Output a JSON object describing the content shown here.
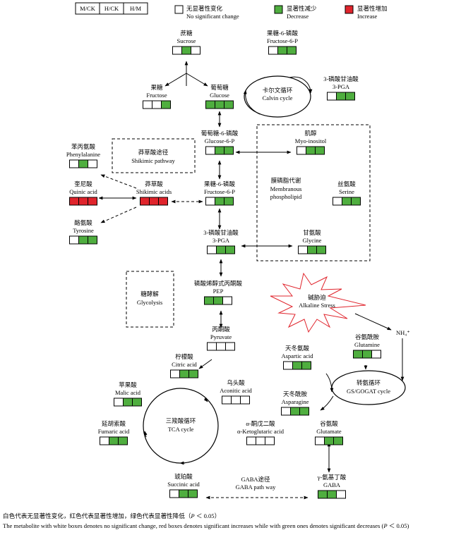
{
  "colors": {
    "decrease": "#4fae3f",
    "increase": "#e0242c",
    "no_change": "#ffffff",
    "stroke": "#000000",
    "stress_outline": "#e0242c"
  },
  "legend": {
    "comparisons": [
      "M/CK",
      "H/CK",
      "H/M"
    ],
    "no_change_cn": "无显著性变化",
    "no_change_en": "No significant change",
    "decrease_cn": "显著性减少",
    "decrease_en": "Decrease",
    "increase_cn": "显著性增加",
    "increase_en": "Increase"
  },
  "metabolites": {
    "sucrose": {
      "cn": "蔗糖",
      "en": "Sucrose",
      "states": [
        "w",
        "g",
        "w"
      ]
    },
    "f6p_top": {
      "cn": "果糖-6-磷酸",
      "en": "Fructose-6-P",
      "states": [
        "w",
        "g",
        "g"
      ]
    },
    "fructose": {
      "cn": "果糖",
      "en": "Fructose",
      "states": [
        "w",
        "w",
        "g"
      ]
    },
    "glucose": {
      "cn": "葡萄糖",
      "en": "Glucose",
      "states": [
        "g",
        "g",
        "g"
      ]
    },
    "pga_top": {
      "cn": "3-磷酸甘油酸",
      "en": "3-PGA",
      "states": [
        "w",
        "g",
        "g"
      ]
    },
    "g6p": {
      "cn": "葡萄糖-6-磷酸",
      "en": "Glucose-6-P",
      "states": [
        "w",
        "g",
        "g"
      ]
    },
    "myoinositol": {
      "cn": "肌醇",
      "en": "Myo-inositol",
      "states": [
        "w",
        "g",
        "g"
      ]
    },
    "phenylalanine": {
      "cn": "苯丙氨酸",
      "en": "Phenylalanine",
      "states": [
        "w",
        "g",
        "w"
      ]
    },
    "quinic": {
      "cn": "奎尼酸",
      "en": "Quinic acid",
      "states": [
        "r",
        "r",
        "r"
      ]
    },
    "shikimic": {
      "cn": "莽草酸",
      "en": "Shikimic acids",
      "states": [
        "r",
        "r",
        "r"
      ]
    },
    "f6p": {
      "cn": "果糖-6-磷酸",
      "en": "Fructose-6-P",
      "states": [
        "w",
        "g",
        "g"
      ]
    },
    "serine": {
      "cn": "丝氨酸",
      "en": "Serine",
      "states": [
        "w",
        "g",
        "g"
      ]
    },
    "tyrosine": {
      "cn": "酪氨酸",
      "en": "Tyrosine",
      "states": [
        "w",
        "g",
        "g"
      ]
    },
    "pga": {
      "cn": "3-磷酸甘油酸",
      "en": "3-PGA",
      "states": [
        "w",
        "g",
        "g"
      ]
    },
    "glycine": {
      "cn": "甘氨酸",
      "en": "Glycine",
      "states": [
        "w",
        "g",
        "g"
      ]
    },
    "pep": {
      "cn": "磷酸烯醇式丙酮酸",
      "en": "PEP",
      "states": [
        "g",
        "g",
        "w"
      ]
    },
    "pyruvate": {
      "cn": "丙酮酸",
      "en": "Pyruvate",
      "states": [
        "w",
        "w",
        "w"
      ]
    },
    "citric": {
      "cn": "柠檬酸",
      "en": "Citric acid",
      "states": [
        "w",
        "g",
        "g"
      ]
    },
    "aspartic": {
      "cn": "天冬氨酸",
      "en": "Aspartic acid",
      "states": [
        "w",
        "g",
        "g"
      ]
    },
    "glutamine": {
      "cn": "谷氨酰胺",
      "en": "Glutamine",
      "states": [
        "g",
        "g",
        "w"
      ]
    },
    "malic": {
      "cn": "苹果酸",
      "en": "Malic acid",
      "states": [
        "w",
        "g",
        "g"
      ]
    },
    "aconitic": {
      "cn": "乌头酸",
      "en": "Aconitic acid",
      "states": [
        "w",
        "w",
        "w"
      ]
    },
    "asparagine": {
      "cn": "天冬酰胺",
      "en": "Asparagine",
      "states": [
        "w",
        "g",
        "g"
      ]
    },
    "fumaric": {
      "cn": "延胡索酸",
      "en": "Fumaric acid",
      "states": [
        "w",
        "g",
        "g"
      ]
    },
    "ketoglutaric": {
      "cn": "α-酮戊二酸",
      "en": "α-Ketoglutaric acid",
      "states": [
        "w",
        "w",
        "w"
      ]
    },
    "glutamate": {
      "cn": "谷氨酸",
      "en": "Glutamate",
      "states": [
        "w",
        "g",
        "g"
      ]
    },
    "succinic": {
      "cn": "琥珀酸",
      "en": "Succinic acid",
      "states": [
        "w",
        "g",
        "g"
      ]
    },
    "gaba": {
      "cn": "γ-氨基丁酸",
      "en": "GABA",
      "states": [
        "g",
        "g",
        "w"
      ]
    }
  },
  "pathways": {
    "calvin_cn": "卡尔文循环",
    "calvin_en": "Calvin cycle",
    "shikimic_cn": "莽草酸途径",
    "shikimic_en": "Shikimic pathway",
    "membrane_cn": "膜磷脂代谢",
    "membrane_en1": "Membranous",
    "membrane_en2": "phospholipid",
    "glycolysis_cn": "糖酵解",
    "glycolysis_en": "Glycolysis",
    "alkaline_cn": "碱胁迫",
    "alkaline_en": "Alkaline Stress",
    "ammonium": "NH₄⁺",
    "gsgogat_cn": "转氨循环",
    "gsgogat_en": "GS/GOGAT cycle",
    "tca_cn": "三羧酸循环",
    "tca_en": "TCA cycle",
    "gaba_cn": "GABA途径",
    "gaba_en": "GABA path way"
  },
  "caption": {
    "zh_pre": "白色代表无显著性变化，红色代表显著性增加，绿色代表显著性降低（",
    "p": "P",
    "zh_post": " ＜ 0.05）",
    "en_pre": "The metabolite with white boxes denotes no significant change, red boxes denotes significant increases while with green ones denotes significant decreases (",
    "en_post": " ＜ 0.05)"
  }
}
